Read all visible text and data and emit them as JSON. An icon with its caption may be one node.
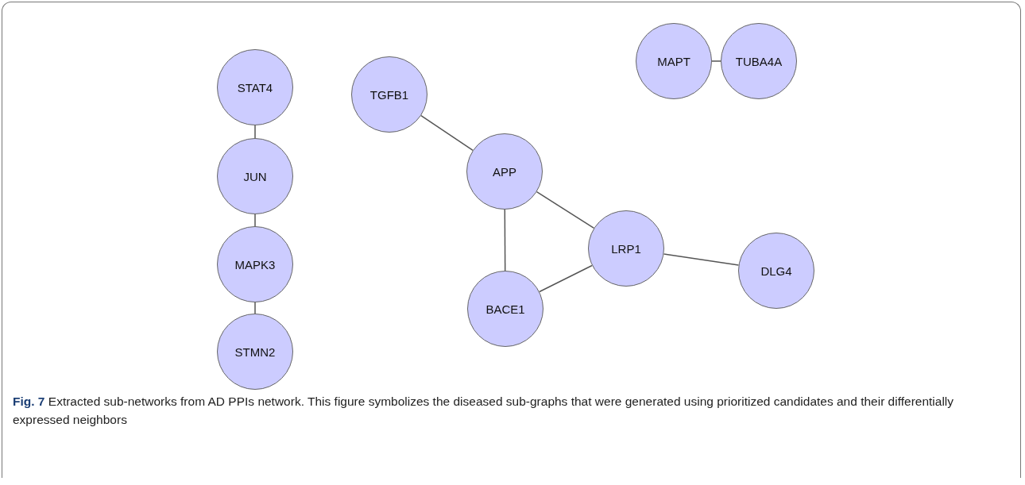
{
  "diagram": {
    "caption": "**Fig. 7** Extracted sub-networks from AD PPIs network. This figure symbolizes the diseased sub-graphs that were generated using prioritized candidates and their differentially expressed neighbors",
    "nodes": [
      {
        "text": [
          "STAT4"
        ]
      },
      {
        "text": [
          "JUN"
        ]
      },
      {
        "text": [
          "MAPK3"
        ]
      },
      {
        "text": [
          "STMN2"
        ]
      },
      {
        "text": [
          "TGFB1"
        ]
      },
      {
        "text": [
          "APP"
        ]
      },
      {
        "text": [
          "LRP1"
        ]
      },
      {
        "text": [
          "BACE1"
        ]
      },
      {
        "text": [
          "DLG4"
        ]
      },
      {
        "text": [
          "MAPT"
        ]
      },
      {
        "text": [
          "TUBA4A"
        ]
      }
    ],
    "edges": [
      {
        "from": 0,
        "to": 1,
        "arrow": "none"
      },
      {
        "from": 1,
        "to": 2,
        "arrow": "none"
      },
      {
        "from": 2,
        "to": 3,
        "arrow": "none"
      },
      {
        "from": 4,
        "to": 5,
        "arrow": "none"
      },
      {
        "from": 5,
        "to": 6,
        "arrow": "none"
      },
      {
        "from": 5,
        "to": 7,
        "arrow": "none"
      },
      {
        "from": 7,
        "to": 6,
        "arrow": "none"
      },
      {
        "from": 6,
        "to": 8,
        "arrow": "none"
      },
      {
        "from": 9,
        "to": 10,
        "arrow": "none"
      }
    ]
  }
}
